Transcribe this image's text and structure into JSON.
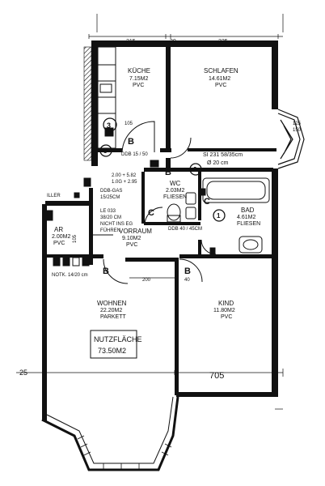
{
  "rooms": {
    "kueche": {
      "name": "KÜCHE",
      "area": "7.15M2",
      "floor": "PVC"
    },
    "schlafen": {
      "name": "SCHLAFEN",
      "area": "14.61M2",
      "floor": "PVC"
    },
    "wc": {
      "name": "WC",
      "area": "2.03M2",
      "floor": "FLIESEN"
    },
    "bad": {
      "name": "BAD",
      "area": "4.61M2",
      "floor": "FLIESEN"
    },
    "ar": {
      "name": "AR",
      "area": "2.00M2",
      "floor": "PVC"
    },
    "vorraum": {
      "name": "VORRAUM",
      "area": "9.10M2",
      "floor": "PVC"
    },
    "wohnen": {
      "name": "WOHNEN",
      "area": "22.20M2",
      "floor": "PARKETT"
    },
    "kind": {
      "name": "KIND",
      "area": "11.80M2",
      "floor": "PVC"
    }
  },
  "nutzflaeche": {
    "label": "NUTZFLÄCHE",
    "value": "73.50M2"
  },
  "dimensions": {
    "top_215": "215",
    "top_30": "30",
    "top_325": "325",
    "kueche_105": "105",
    "ar_105": "105",
    "door_200": "200",
    "door_40": "40",
    "bottom_705": "705",
    "left_25": "25",
    "right_125": "125",
    "right_150": "150"
  },
  "notes": {
    "ddb_kueche": "DDB 15 / 50",
    "si": "SI 231  58/35cm",
    "diameter": "Ø 20 cm",
    "door_ht1": "2.00 + 5.82",
    "door_ht2": "1.0G + 2.95",
    "ddb_gas": "DDB-GAS",
    "ddb_gas_size": "15/25CM",
    "le": "LE 033",
    "le_size": "38/20 CM",
    "eg1": "NICHT INS EG",
    "eg2": "FÜHREN",
    "ddb_wc": "DDB 40 / 45CM",
    "notk": "NOTK. 14/20 cm",
    "iller": "ILLER"
  },
  "markers": {
    "m1": "1",
    "m2": "2",
    "m3": "3",
    "m5": "5",
    "b": "B",
    "c": "C"
  }
}
